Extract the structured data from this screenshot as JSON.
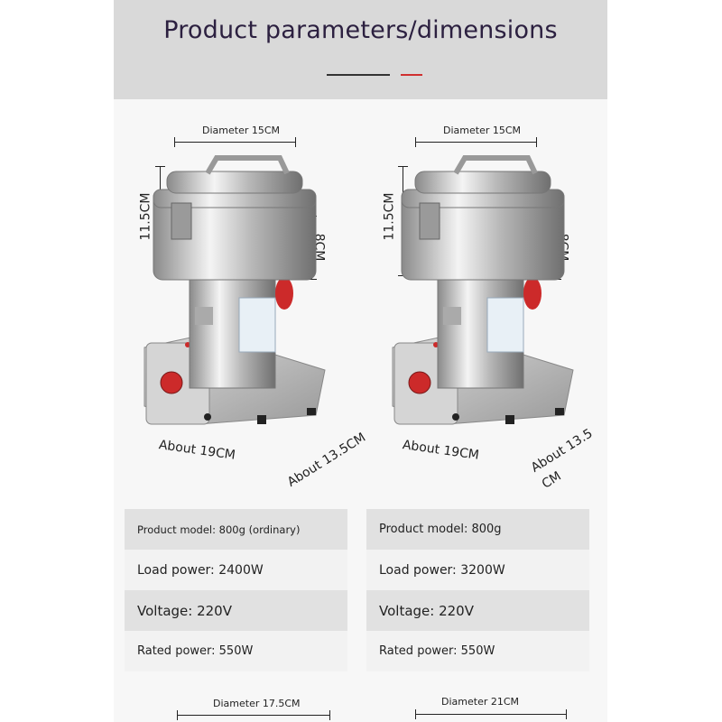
{
  "header": {
    "title": "Product parameters/dimensions"
  },
  "products": [
    {
      "diameter": "Diameter 15CM",
      "height": "11.5CM",
      "cup_height": "8CM",
      "width": "About 19CM",
      "depth": "About 13.5CM",
      "specs": [
        "Product model: 800g (ordinary)",
        "Load power: 2400W",
        "Voltage: 220V",
        "Rated power: 550W"
      ]
    },
    {
      "diameter": "Diameter 15CM",
      "height": "11.5CM",
      "cup_height": "8CM",
      "width": "About 19CM",
      "depth_line1": "About 13.5",
      "depth_line2": "CM",
      "specs": [
        "Product model: 800g",
        "Load power: 3200W",
        "Voltage: 220V",
        "Rated power: 550W"
      ]
    }
  ],
  "bottom": {
    "left_diameter": "Diameter 17.5CM",
    "right_diameter": "Diameter 21CM"
  },
  "colors": {
    "accent_red": "#d03030",
    "header_bg": "#d9d9d9",
    "steel": "#c8c8c8"
  }
}
